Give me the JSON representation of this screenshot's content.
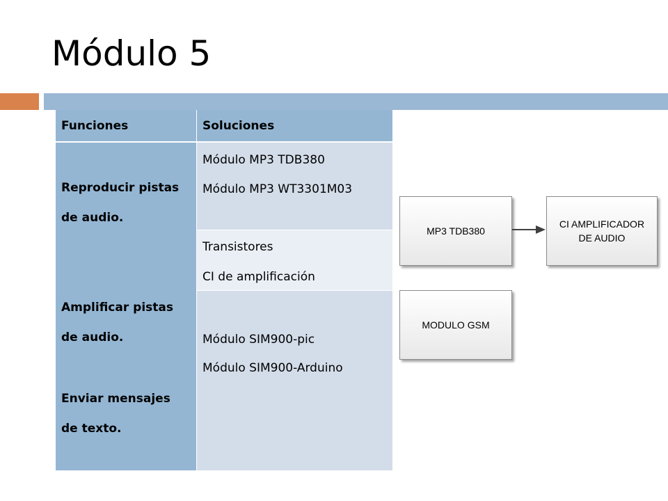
{
  "slide": {
    "title": "Módulo 5"
  },
  "table": {
    "headers": {
      "funciones": "Funciones",
      "soluciones": "Soluciones"
    },
    "funciones": [
      {
        "line1": "Reproducir pistas",
        "line2": "de audio."
      },
      {
        "line1": "Amplificar pistas",
        "line2": "de audio."
      },
      {
        "line1": "Enviar mensajes",
        "line2": "de texto."
      }
    ],
    "soluciones": [
      [
        "Módulo MP3 TDB380",
        "Módulo MP3 WT3301M03"
      ],
      [
        "Transistores",
        "CI de amplificación"
      ],
      [
        "Módulo SIM900-pic",
        "Módulo SIM900-Arduino"
      ]
    ]
  },
  "diagram": {
    "mp3": "MP3 TDB380",
    "amp_line1": "CI AMPLIFICADOR",
    "amp_line2": "DE AUDIO",
    "gsm": "MODULO GSM"
  },
  "colors": {
    "accent_orange": "#d9824c",
    "accent_blue": "#9ab7d3",
    "header_fill": "#94b6d3",
    "row_dark": "#d3dde9",
    "row_light": "#eaeff5"
  }
}
